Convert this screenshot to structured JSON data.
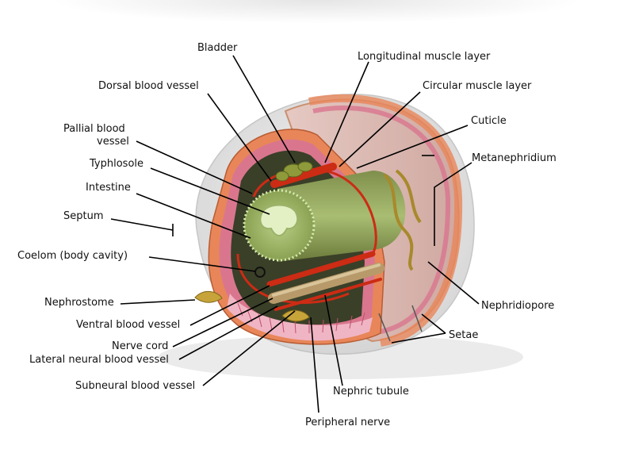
{
  "diagram": {
    "labels": {
      "bladder": "Bladder",
      "longitudinal_muscle": "Longitudinal muscle layer",
      "dorsal_vessel": "Dorsal blood vessel",
      "circular_muscle": "Circular muscle layer",
      "pallial_vessel_1": "Pallial blood",
      "pallial_vessel_2": "vessel",
      "cuticle": "Cuticle",
      "typhlosole": "Typhlosole",
      "metanephridium": "Metanephridium",
      "intestine": "Intestine",
      "septum": "Septum",
      "coelom": "Coelom (body cavity)",
      "nephrostome": "Nephrostome",
      "nephridiopore": "Nephridiopore",
      "ventral_vessel": "Ventral blood vessel",
      "setae": "Setae",
      "nerve_cord": "Nerve cord",
      "lateral_neural": "Lateral neural blood vessel",
      "subneural": "Subneural blood vessel",
      "nephric_tubule": "Nephric tubule",
      "peripheral_nerve": "Peripheral nerve"
    },
    "colors": {
      "cuticle": "#e8865a",
      "muscle_pink": "#d9768e",
      "coelom_fill": "#e9d6cf",
      "intestine_green": "#9fb76a",
      "vessel_red": "#cc2b14",
      "dark_interior": "#2e3420",
      "shell": "#d9d9d9"
    }
  }
}
